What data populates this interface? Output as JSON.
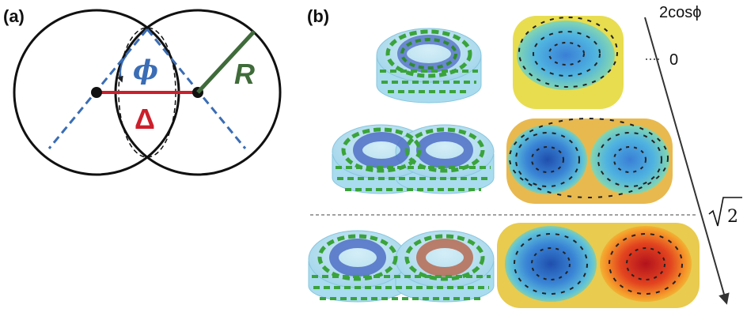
{
  "panel_a": {
    "label": "(a)",
    "phi_label": "ϕ",
    "delta_label": "Δ",
    "radius_label": "R",
    "colors": {
      "circle": "#111111",
      "dashed": "#3a6db5",
      "phi": "#3a6db5",
      "delta": "#cc1f2b",
      "radius": "#3f6b3a"
    }
  },
  "panel_b": {
    "label": "(b)",
    "axis_label": "2cosϕ",
    "tick_zero": "0",
    "tick_sqrt2_radicand": "2",
    "rows": [
      {
        "config": "single-disk",
        "vortex_colors": [
          "#3b7fd1"
        ]
      },
      {
        "config": "double-disk-corotating",
        "vortex_colors": [
          "#2e5fb8",
          "#3b9ad8"
        ]
      },
      {
        "config": "double-disk-counterrotating",
        "vortex_colors": [
          "#2e5fb8",
          "#c7221c"
        ]
      }
    ],
    "colors": {
      "disk": "#a9dcef",
      "bacteria": "#3aa33a",
      "arrow": "#333333"
    }
  }
}
